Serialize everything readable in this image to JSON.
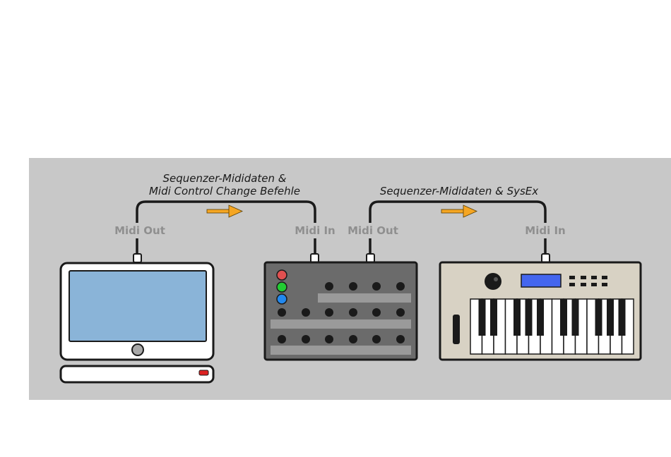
{
  "connections": [
    {
      "title_line1": "Sequenzer-Mididaten &",
      "title_line2": "Midi Control Change Befehle",
      "from_port": "Midi Out",
      "to_port": "Midi In"
    },
    {
      "title_line1": "Sequenzer-Mididaten & SysEx",
      "from_port": "Midi Out",
      "to_port": "Midi In"
    }
  ],
  "devices": [
    "computer",
    "midi-controller",
    "synthesizer-keyboard"
  ],
  "colors": {
    "panel": "#c8c8c8",
    "cable": "#1a1a1a",
    "arrow": "#f5a623",
    "screen": "#8ab4d8",
    "controller_body": "#6b6b6b",
    "keyboard_body": "#d8d2c4",
    "keyboard_display": "#4466ee",
    "led_red": "#e05050",
    "led_green": "#22cc33",
    "led_blue": "#2288ee"
  }
}
